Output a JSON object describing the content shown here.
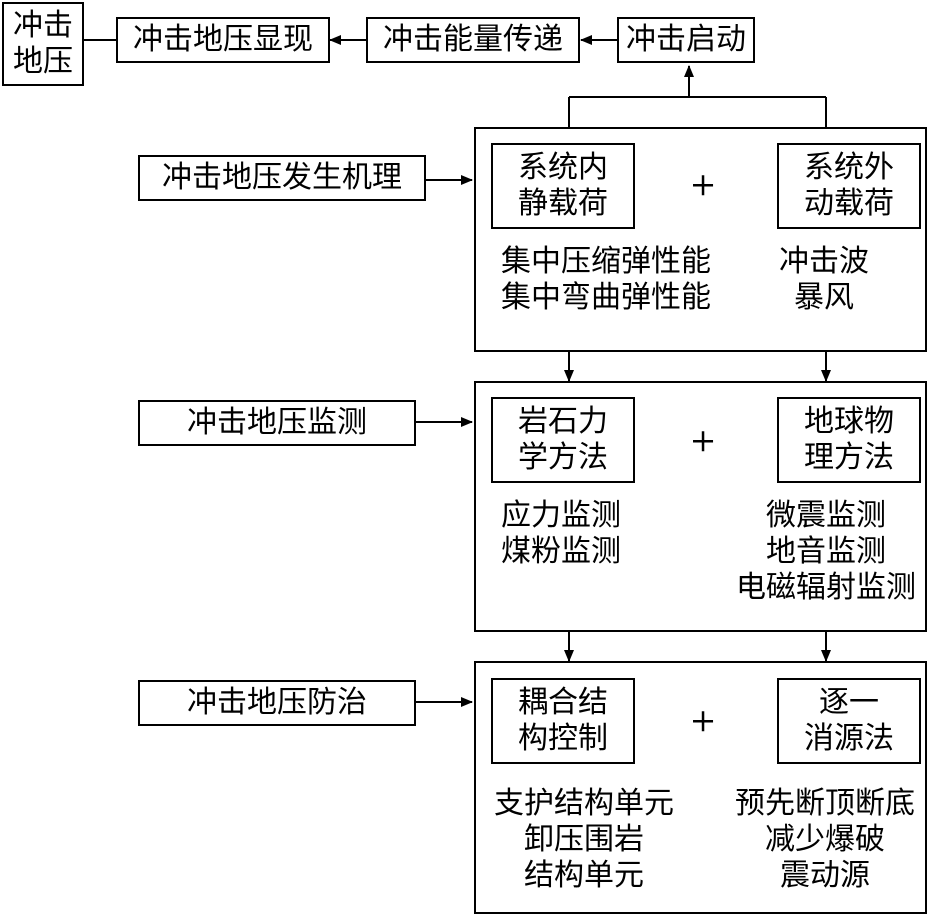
{
  "top": {
    "origin": "冲击\n地压",
    "manifest": "冲击地压显现",
    "transfer": "冲击能量传递",
    "start": "冲击启动"
  },
  "mechanism": {
    "label": "冲击地压发生机理",
    "left_box": "系统内\n静载荷",
    "right_box": "系统外\n动载荷",
    "plus": "+",
    "left_text": "集中压缩弹性能\n集中弯曲弹性能",
    "right_text": "冲击波\n暴风"
  },
  "monitoring": {
    "label": "冲击地压监测",
    "left_box": "岩石力\n学方法",
    "right_box": "地球物\n理方法",
    "plus": "+",
    "left_text": "应力监测\n煤粉监测",
    "right_text": "微震监测\n地音监测\n电磁辐射监测"
  },
  "control": {
    "label": "冲击地压防治",
    "left_box": "耦合结\n构控制",
    "right_box": "逐一\n消源法",
    "plus": "+",
    "left_text": "支护结构单元\n卸压围岩\n结构单元",
    "right_text": "预先断顶断底\n减少爆破\n震动源"
  }
}
